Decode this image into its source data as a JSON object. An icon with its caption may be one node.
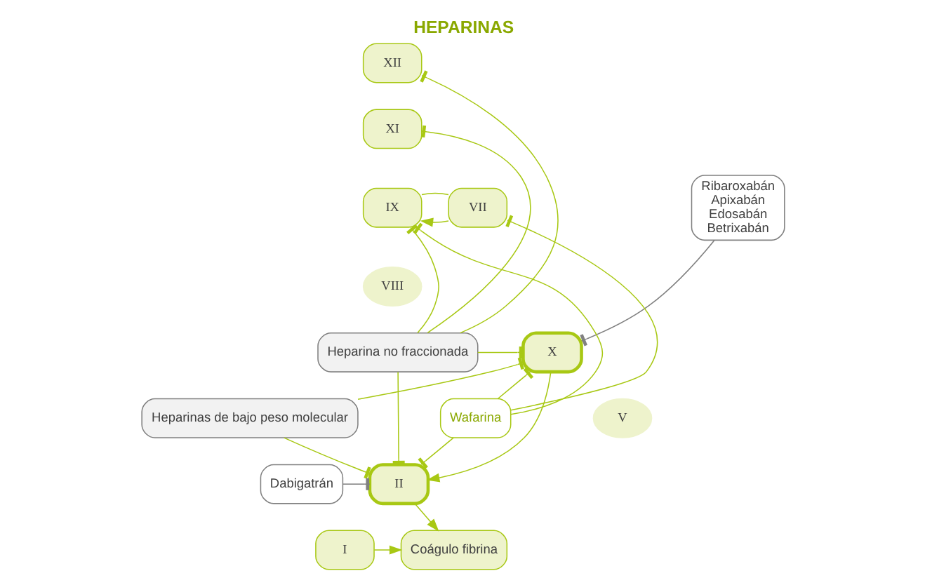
{
  "diagram": {
    "title": "HEPARINAS",
    "nodes": [
      {
        "text": [
          "XII"
        ]
      },
      {
        "text": [
          "XI"
        ]
      },
      {
        "text": [
          "IX"
        ]
      },
      {
        "text": [
          "VIII"
        ]
      },
      {
        "text": [
          "VII"
        ]
      },
      {
        "text": [
          "Ribaroxabán",
          "Apixabán",
          "Edosabán",
          "Betrixabán"
        ]
      },
      {
        "text": [
          "Heparina no fraccionada"
        ]
      },
      {
        "text": [
          "X"
        ]
      },
      {
        "text": [
          "Heparinas de bajo peso molecular"
        ]
      },
      {
        "text": [
          "V"
        ]
      },
      {
        "text": [
          "Wafarina"
        ]
      },
      {
        "text": [
          "II"
        ]
      },
      {
        "text": [
          "Dabigatrán"
        ]
      },
      {
        "text": [
          "I"
        ]
      },
      {
        "text": [
          "Coágulo fibrina"
        ]
      }
    ],
    "edges": [
      {
        "from": 6,
        "to": 0,
        "arrow": "other"
      },
      {
        "from": 6,
        "to": 1,
        "arrow": "other"
      },
      {
        "from": 6,
        "to": 2,
        "arrow": "other"
      },
      {
        "from": 4,
        "to": 2,
        "arrow": "to"
      },
      {
        "from": 2,
        "to": 4,
        "arrow": "none"
      },
      {
        "from": 10,
        "to": 2,
        "arrow": "other"
      },
      {
        "from": 10,
        "to": 4,
        "arrow": "other"
      },
      {
        "from": 6,
        "to": 7,
        "arrow": "other"
      },
      {
        "from": 5,
        "to": 7,
        "arrow": "other",
        "color": "#808080"
      },
      {
        "from": 8,
        "to": 7,
        "arrow": "other"
      },
      {
        "from": 10,
        "to": 7,
        "arrow": "other"
      },
      {
        "from": 7,
        "to": 11,
        "arrow": "to"
      },
      {
        "from": 8,
        "to": 11,
        "arrow": "other"
      },
      {
        "from": 10,
        "to": 11,
        "arrow": "other"
      },
      {
        "from": 6,
        "to": 11,
        "arrow": "other"
      },
      {
        "from": 12,
        "to": 11,
        "arrow": "other",
        "color": "#808080"
      },
      {
        "from": 11,
        "to": 14,
        "arrow": "to"
      },
      {
        "from": 13,
        "to": 14,
        "arrow": "to"
      }
    ]
  }
}
